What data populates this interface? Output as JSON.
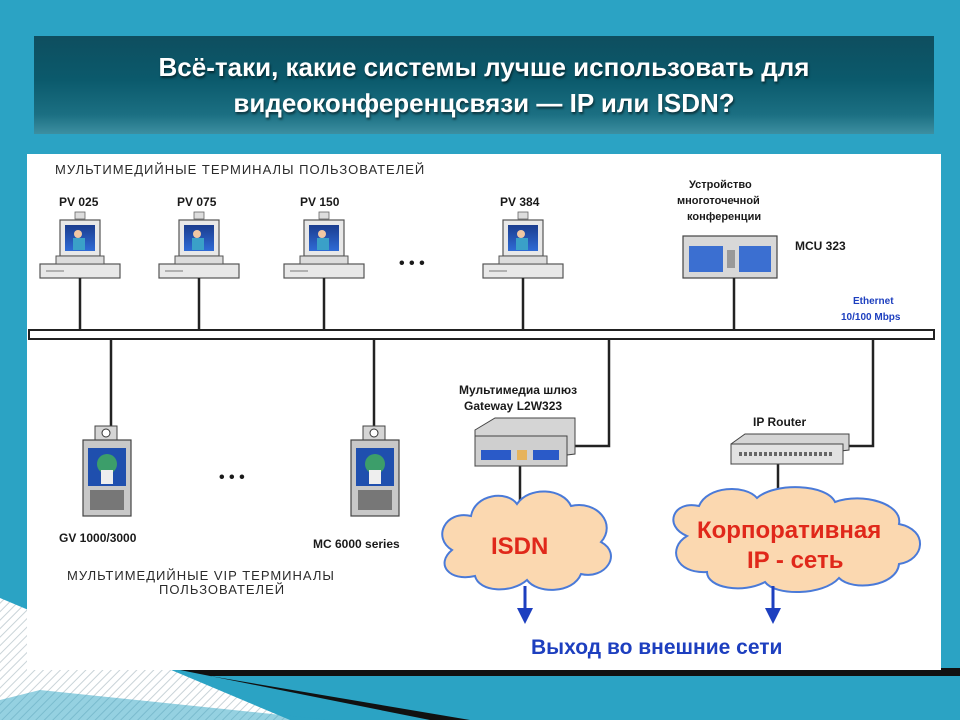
{
  "title": {
    "line1": "Всё-таки, какие системы лучше использовать для",
    "line2": "видеоконференцсвязи — IP или ISDN?"
  },
  "diagram": {
    "top_caption": "МУЛЬТИМЕДИЙНЫЕ ТЕРМИНАЛЫ ПОЛЬЗОВАТЕЛЕЙ",
    "terminals": [
      "PV 025",
      "PV 075",
      "PV 150",
      "PV 384"
    ],
    "ellipsis": "• • •",
    "mcu": {
      "caption_lines": [
        "Устройство",
        "многоточечной",
        "конференции"
      ],
      "label": "MCU 323"
    },
    "ethernet": {
      "line1": "Ethernet",
      "line2": "10/100 Mbps"
    },
    "gateway": {
      "line1": "Мультимедиа шлюз",
      "line2": "Gateway L2W323"
    },
    "router": {
      "label": "IP Router"
    },
    "vip_terminals": [
      "GV 1000/3000",
      "MC 6000 series"
    ],
    "bottom_caption": {
      "line1": "МУЛЬТИМЕДИЙНЫЕ VIP ТЕРМИНАЛЫ",
      "line2": "ПОЛЬЗОВАТЕЛЕЙ"
    },
    "isdn_cloud": "ISDN",
    "ip_cloud": {
      "line1": "Корпоративная",
      "line2": "IP - сеть"
    },
    "exit_label": "Выход во внешние сети"
  },
  "colors": {
    "background": "#2ba3c4",
    "title_bar": "#0e4e5f",
    "cloud_fill": "#fbd8b0",
    "cloud_text": "#e0281a",
    "arrow_blue": "#1d3fbf"
  }
}
